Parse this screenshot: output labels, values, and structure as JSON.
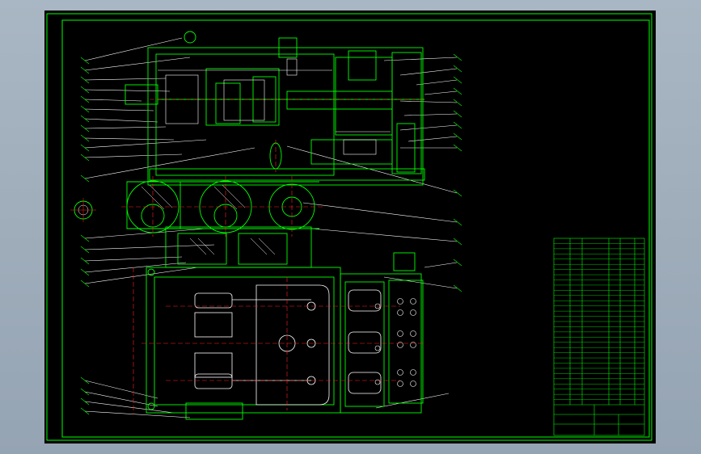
{
  "sheet": {
    "colors": {
      "background": "#000000",
      "outline": "#00ff00",
      "centerline": "#ff2020",
      "section": "#ffffff",
      "leader": "#ffffff",
      "frame_surround": "#a9b6c3"
    }
  },
  "views": {
    "top_section": "gearbox-and-crank-longitudinal-section",
    "middle_section": "gear-train-cross-section",
    "bottom_section": "plan-view-crank-and-valve-block",
    "small_detail": "bolt-section-detail"
  },
  "title_block": {
    "present": true,
    "text_illegible": true,
    "rows": 32
  },
  "balloons": {
    "left_count": 23,
    "right_count": 14,
    "text_illegible": true
  }
}
